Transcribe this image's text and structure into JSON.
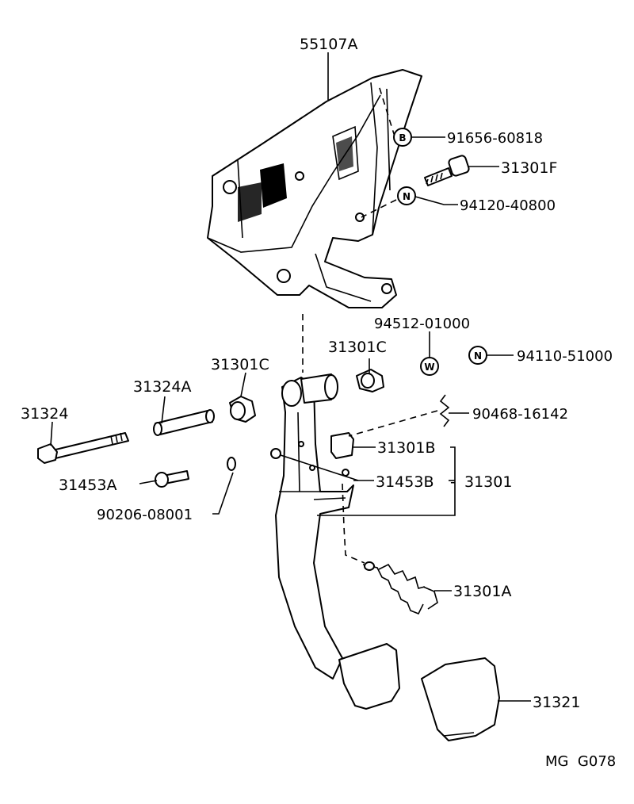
{
  "diagram": {
    "footer_code": "MG  G078",
    "parts": {
      "bracket": "55107A",
      "nut_b_part": "91656-60818",
      "bolt_top": "31301F",
      "nut_n_part": "94120-40800",
      "washer_w_part": "94512-01000",
      "nut_n_right_part": "94110-51000",
      "bushing_right": "31301C",
      "bushing_left": "31301C",
      "collar": "31324A",
      "long_bolt": "31324",
      "clip": "90468-16142",
      "stopper": "31301B",
      "small_bolt": "31453A",
      "washer_small": "90206-08001",
      "pin": "31453B",
      "pedal_assy": "31301",
      "spring": "31301A",
      "pad": "31321"
    },
    "symbols": {
      "b": "B",
      "n": "N",
      "w": "W",
      "n2": "N"
    }
  }
}
